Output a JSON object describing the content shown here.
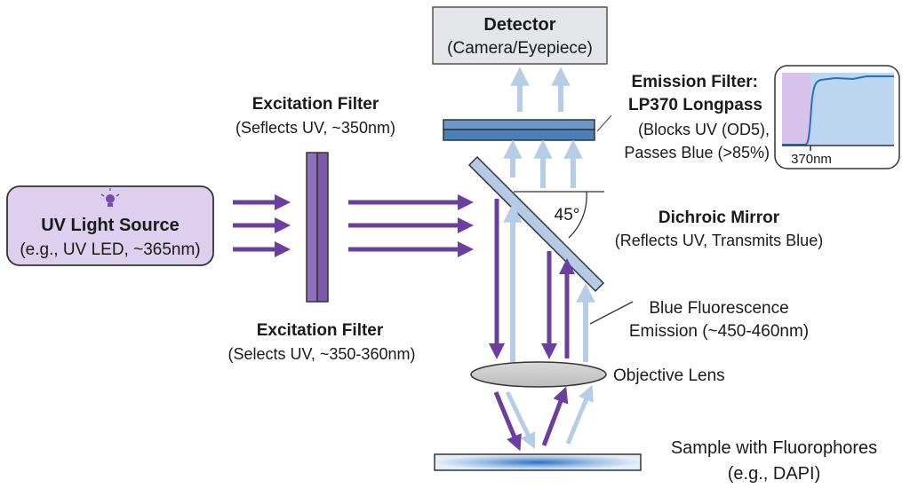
{
  "detector": {
    "title": "Detector",
    "subtitle": "(Camera/Eyepiece)"
  },
  "light_source": {
    "title": "UV Light Source",
    "subtitle": "(e.g., UV LED, ~365nm)"
  },
  "excitation_filter_top": {
    "title": "Excitation Filter",
    "subtitle": "(Seflects UV, ~350nm)"
  },
  "excitation_filter_bottom": {
    "title": "Excitation Filter",
    "subtitle": "(Selects UV, ~350-360nm)"
  },
  "emission_filter": {
    "title_line1": "Emission Filter:",
    "title_line2": "LP370 Longpass",
    "desc_line1": "(Blocks UV (OD5),",
    "desc_line2": "Passes Blue (>85%)",
    "inset_tick": "370nm"
  },
  "dichroic": {
    "title": "Dichroic Mirror",
    "subtitle": "(Reflects UV, Transmits Blue)",
    "angle": "45°"
  },
  "emission_label": {
    "line1": "Blue Fluorescence",
    "line2": "Emission (~450-460nm)"
  },
  "objective": {
    "label": "Objective Lens"
  },
  "sample": {
    "line1": "Sample with Fluorophores",
    "line2": "(e.g., DAPI)"
  },
  "colors": {
    "uv_purple": "#6b3fa0",
    "light_blue": "#b5cde6",
    "source_fill": "#ddd0ee",
    "filter_fill": "#8f70bd",
    "detector_fill": "#e3e5e8",
    "emission_filter_fill": "#4a7fba"
  },
  "icons": {
    "source_icon": "lightbulb-icon"
  }
}
